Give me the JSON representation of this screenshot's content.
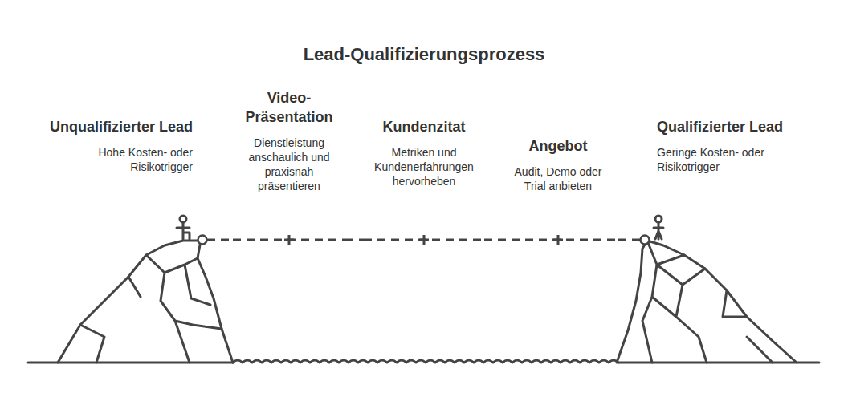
{
  "diagram": {
    "title": "Lead-Qualifizierungsprozess",
    "nodes": [
      {
        "text": [
          "Unqualifizierter Lead",
          "Hohe Kosten- oder Risikotrigger"
        ]
      },
      {
        "text": [
          "Video-Präsentation",
          "Dienstleistung anschaulich und praxisnah präsentieren"
        ]
      },
      {
        "text": [
          "Kundenzitat",
          "Metriken und Kundenerfahrungen hervorheben"
        ]
      },
      {
        "text": [
          "Angebot",
          "Audit, Demo oder Trial anbieten"
        ]
      },
      {
        "text": [
          "Qualifizierter Lead",
          "Geringe Kosten- oder Risikotrigger"
        ]
      }
    ],
    "edges": [
      {
        "from": 0,
        "to": 1,
        "arrow": "none"
      },
      {
        "from": 1,
        "to": 2,
        "arrow": "none"
      },
      {
        "from": 2,
        "to": 3,
        "arrow": "none"
      },
      {
        "from": 3,
        "to": 4,
        "arrow": "none"
      }
    ]
  }
}
